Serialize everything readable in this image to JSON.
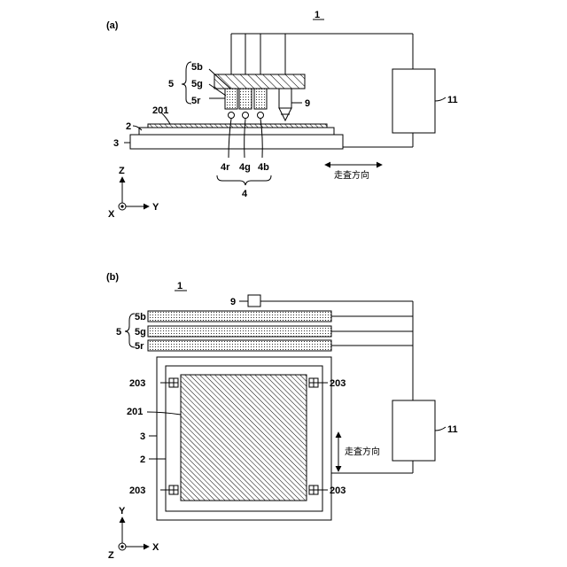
{
  "panels": {
    "a": {
      "tag": "(a)",
      "ref": "1",
      "labels": {
        "head_group": "5",
        "head_b": "5b",
        "head_g": "5g",
        "head_r": "5r",
        "sensor": "9",
        "controller": "11",
        "substrate": "201",
        "holder": "2",
        "stage": "3",
        "light_r": "4r",
        "light_g": "4g",
        "light_b": "4b",
        "light_group": "4"
      },
      "scan_label": "走査方向",
      "axes": {
        "up": "Z",
        "right": "Y",
        "out": "X"
      }
    },
    "b": {
      "tag": "(b)",
      "ref": "1",
      "labels": {
        "sensor": "9",
        "head_group": "5",
        "head_b": "5b",
        "head_g": "5g",
        "head_r": "5r",
        "mark_tl": "203",
        "mark_tr": "203",
        "mark_bl": "203",
        "mark_br": "203",
        "substrate": "201",
        "stage": "3",
        "holder": "2",
        "controller": "11"
      },
      "scan_label": "走査方向",
      "axes": {
        "up": "Y",
        "right": "X",
        "out": "Z"
      }
    }
  }
}
